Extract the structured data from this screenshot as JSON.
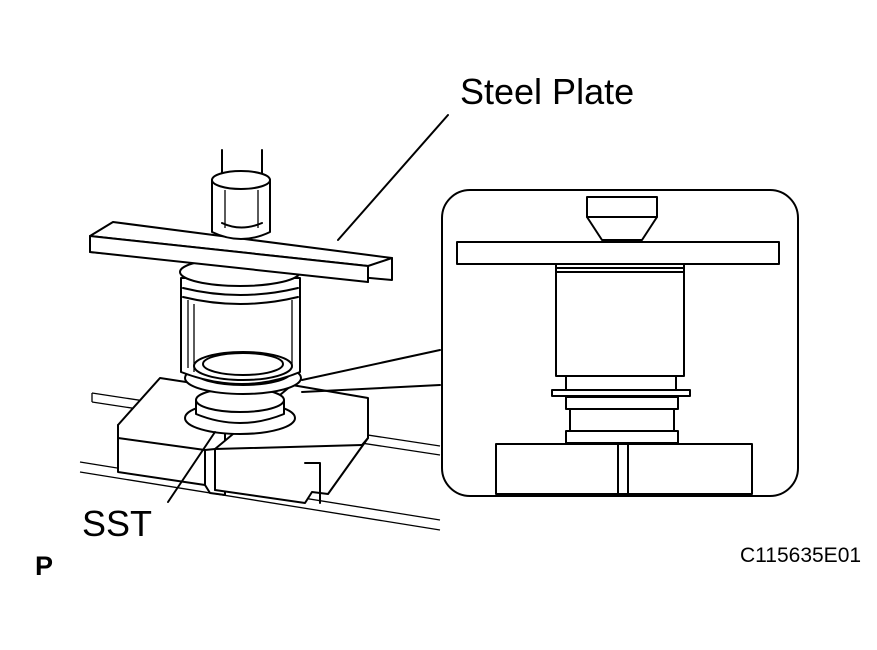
{
  "labels": {
    "steel_plate": "Steel Plate",
    "sst": "SST",
    "figure_code": "C115635E01",
    "corner_mark": "P"
  },
  "colors": {
    "line": "#000000",
    "background": "#ffffff"
  }
}
